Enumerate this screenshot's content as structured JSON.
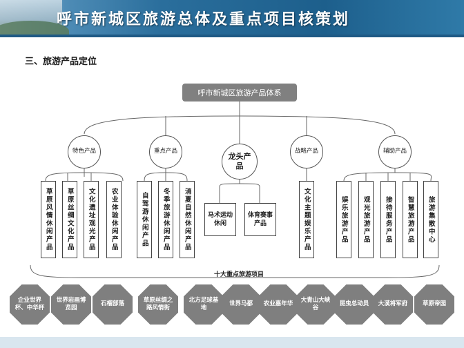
{
  "header": {
    "title": "呼市新城区旅游总体及重点项目核策划"
  },
  "section": {
    "title": "三、旅游产品定位"
  },
  "root": "呼市新城区旅游产品体系",
  "categories": {
    "tese": "特色产品",
    "zhongdian": "重点产品",
    "longtou": "龙头产品",
    "zhanlue": "战略产品",
    "fuzhu": "辅助产品"
  },
  "products": {
    "tese": [
      "草原风情休闲产品",
      "草原丝绸文化产品",
      "文化遗址观光产品",
      "农业体验休闲产品"
    ],
    "zhongdian": [
      "自驾游休闲产品",
      "冬季旅游休闲产品",
      "消夏自然休闲产品"
    ],
    "longtou": [
      "马术运动休闲",
      "体育赛事产品"
    ],
    "zhanlue": [
      "文化主题娱乐产品"
    ],
    "fuzhu": [
      "娱乐旅游产品",
      "观光旅游产品",
      "接待服务产品",
      "智慧旅游产品",
      "旅游集散中心"
    ]
  },
  "ten_projects_label": "十大重点旅游项目",
  "ten_projects": [
    "企业世界杯、中华杯",
    "世界岩画博览园",
    "石榴部落",
    "草原丝绸之路风情街",
    "北方足球基地",
    "世界马都",
    "农业嘉年华",
    "大青山大峡谷",
    "昆虫总动员",
    "大漠将军府",
    "草原帝园"
  ]
}
